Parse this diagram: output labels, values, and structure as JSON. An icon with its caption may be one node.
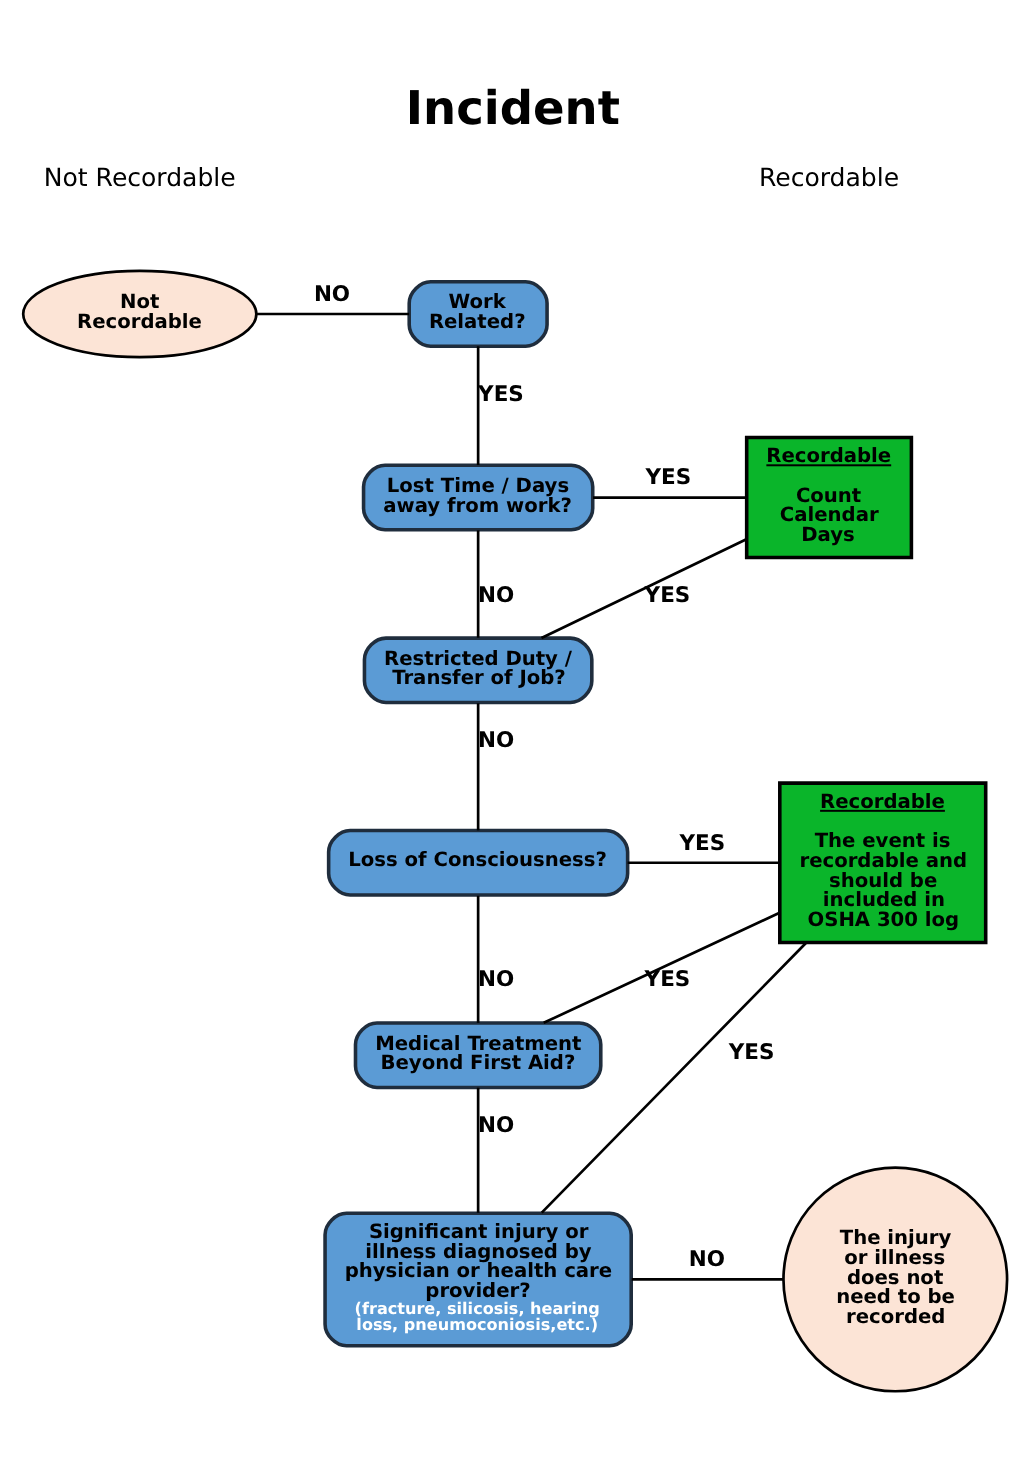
{
  "diagram": {
    "title": "Incident",
    "nodes": [
      {
        "text": [
          "Not Recordable"
        ]
      },
      {
        "text": [
          "Work Related?"
        ]
      },
      {
        "text": [
          "Lost Time / Days away from work?"
        ]
      },
      {
        "text": [
          "Restricted Duty / Transfer of Job?"
        ]
      },
      {
        "text": [
          "Recordable",
          "Count Calendar Days"
        ]
      },
      {
        "text": [
          "Loss of Consciousness?"
        ]
      },
      {
        "text": [
          "Medical Treatment Beyond First Aid?"
        ]
      },
      {
        "text": [
          "Recordable",
          "The event is recordable and should be included in OSHA 300 log"
        ]
      },
      {
        "text": [
          "The injury or illness does not need to be recorded"
        ]
      },
      {
        "text": [
          "Significant injury or illness diagnosed by physician or health care provider?",
          "(fracture, silicosis, hearing loss, pneumoconiosis,etc.)"
        ]
      }
    ],
    "edges": [
      {
        "from": 1,
        "to": 0,
        "arrow": "none",
        "label": "NO"
      },
      {
        "from": 1,
        "to": 2,
        "arrow": "none",
        "label": "YES"
      },
      {
        "from": 2,
        "to": 4,
        "arrow": "none",
        "label": "YES"
      },
      {
        "from": 2,
        "to": 3,
        "arrow": "none",
        "label": "NO"
      },
      {
        "from": 3,
        "to": 4,
        "arrow": "none",
        "label": "YES"
      },
      {
        "from": 3,
        "to": 5,
        "arrow": "none",
        "label": "NO"
      },
      {
        "from": 5,
        "to": 7,
        "arrow": "none",
        "label": "YES"
      },
      {
        "from": 5,
        "to": 6,
        "arrow": "none",
        "label": "NO"
      },
      {
        "from": 6,
        "to": 7,
        "arrow": "none",
        "label": "YES"
      },
      {
        "from": 6,
        "to": 9,
        "arrow": "none",
        "label": "NO"
      },
      {
        "from": 9,
        "to": 8,
        "arrow": "none",
        "label": "NO"
      },
      {
        "from": 9,
        "to": 7,
        "arrow": "none",
        "label": "YES"
      }
    ],
    "labels": [
      "Not Recordable",
      "Recordable"
    ]
  }
}
